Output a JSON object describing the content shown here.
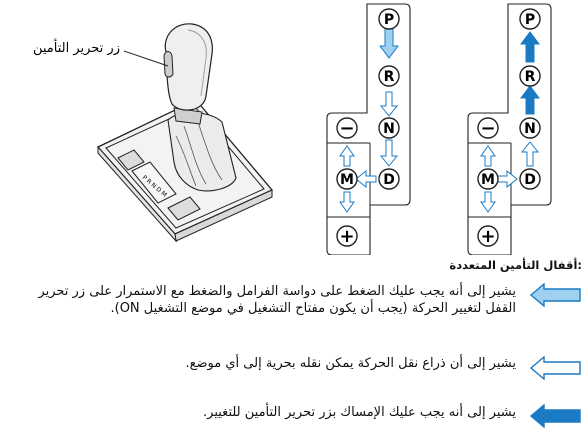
{
  "callout": {
    "label": "زر تحرير التأمين"
  },
  "shifter_gates": {
    "symbols": [
      "P",
      "R",
      "N",
      "D",
      "M",
      "−",
      "+"
    ]
  },
  "heading": {
    "text": ":أقفال التأمين المتعددة"
  },
  "legend": [
    {
      "icon": "hollow-blue-arrow-with-blue-outline",
      "text": "يشير إلى أنه يجب عليك الضغط على دواسة الفرامل والضغط مع الاستمرار على زر تحرير القفل لتغيير الحركة (يجب أن يكون مفتاح التشغيل في موضع التشغيل ON)."
    },
    {
      "icon": "hollow-white-arrow",
      "text": "يشير إلى أن ذراع نقل الحركة يمكن نقله بحرية إلى أي موضع."
    },
    {
      "icon": "solid-blue-arrow",
      "text": "يشير إلى أنه يجب عليك الإمساك بزر تحرير التأمين للتغيير."
    }
  ],
  "colors": {
    "accent_blue": "#1a7bc4",
    "light_blue": "#9fd0f0",
    "outline": "#222222"
  }
}
